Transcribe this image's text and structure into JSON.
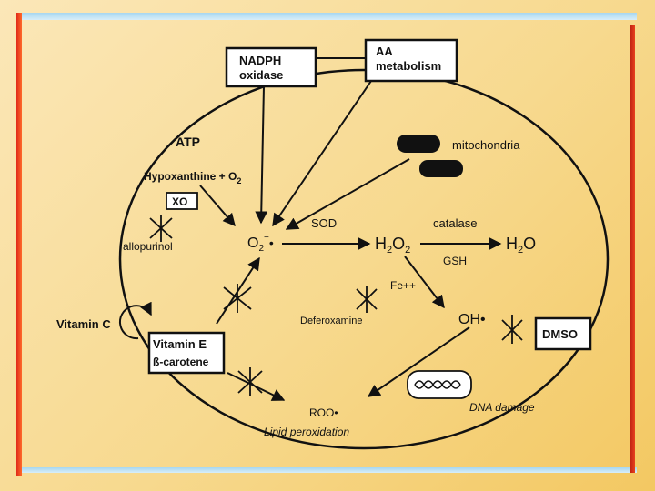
{
  "colors": {
    "frame_accent": "#e02818",
    "frame_light": "#a7d7f0",
    "ink": "#111111"
  },
  "labels": {
    "nadph_1": "NADPH",
    "nadph_2": "oxidase",
    "aa_1": "AA",
    "aa_2": "metabolism",
    "mitochondria": "mitochondria",
    "atp": "ATP",
    "hypoxanthine": "Hypoxanthine + O",
    "hypoxanthine_sub": "2",
    "xo": "XO",
    "allopurinol": "allopurinol",
    "superoxide": "O",
    "superoxide_sub": "2",
    "superoxide_sup": "−",
    "superoxide_dot": "•",
    "sod": "SOD",
    "h2o2_h": "H",
    "h2o2_sub1": "2",
    "h2o2_o": "O",
    "h2o2_sub2": "2",
    "catalase": "catalase",
    "h2o_h": "H",
    "h2o_sub": "2",
    "h2o_o": "O",
    "gsh": "GSH",
    "fe": "Fe++",
    "deferoxamine": "Deferoxamine",
    "hydroxyl": "OH•",
    "dmso": "DMSO",
    "vitamin_c": "Vitamin C",
    "vitamin_e": "Vitamin E",
    "beta_carotene": "ß-carotene",
    "roo": "ROO•",
    "lipid_peroxidation": "Lipid peroxidation",
    "dna_damage": "DNA damage"
  }
}
